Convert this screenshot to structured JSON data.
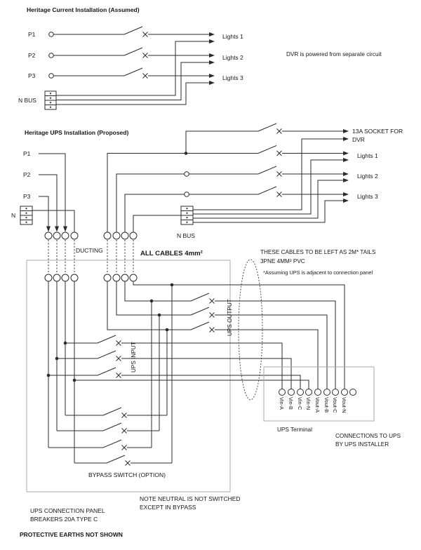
{
  "page": {
    "background": "#ffffff",
    "wire_color": "#2b2b2b",
    "box_color": "#a9a9a9"
  },
  "current_installation": {
    "title": "Heritage Current Installation (Assumed)",
    "p1": "P1",
    "p2": "P2",
    "p3": "P3",
    "n_bus": "N BUS",
    "lights_1": "Lights 1",
    "lights_2": "Lights 2",
    "lights_3": "Lights 3",
    "dvr_note": "DVR is powered from separate circuit"
  },
  "ups_installation": {
    "title": "Heritage UPS Installation (Proposed)",
    "p1": "P1",
    "p2": "P2",
    "p3": "P3",
    "n": "N",
    "n_bus": "N BUS",
    "socket_line1": "13A SOCKET FOR",
    "socket_line2": "DVR",
    "lights_1": "Lights 1",
    "lights_2": "Lights 2",
    "lights_3": "Lights 3",
    "ducting": "DUCTING",
    "cables": "ALL CABLES 4mm²"
  },
  "panel": {
    "ups_input": "UPS INPUT",
    "ups_output": "UPS OUTPUT",
    "bypass_label": "BYPASS SWITCH (OPTION)",
    "caption_line1": "UPS CONNECTION PANEL",
    "caption_line2": "BREAKERS 20A TYPE C"
  },
  "ups_terminal": {
    "caption": "UPS Terminal",
    "terminals": [
      "Vin-A",
      "Vin-B",
      "Vin-C",
      "Vin-N",
      "Vout-A",
      "Vout-B",
      "Vout-C",
      "Vout-N"
    ],
    "installer_line1": "CONNECTIONS TO UPS",
    "installer_line2": "BY UPS INSTALLER"
  },
  "notes": {
    "tails_line1": "THESE CABLES TO BE LEFT AS 2M* TAILS",
    "tails_line2": "3PNE 4MM² PVC",
    "assumption": "*Assuming UPS is adjacent to connection panel",
    "neutral_line1": "NOTE NEUTRAL IS NOT SWITCHED",
    "neutral_line2": "EXCEPT IN BYPASS",
    "earths": "PROTECTIVE EARTHS NOT SHOWN"
  }
}
